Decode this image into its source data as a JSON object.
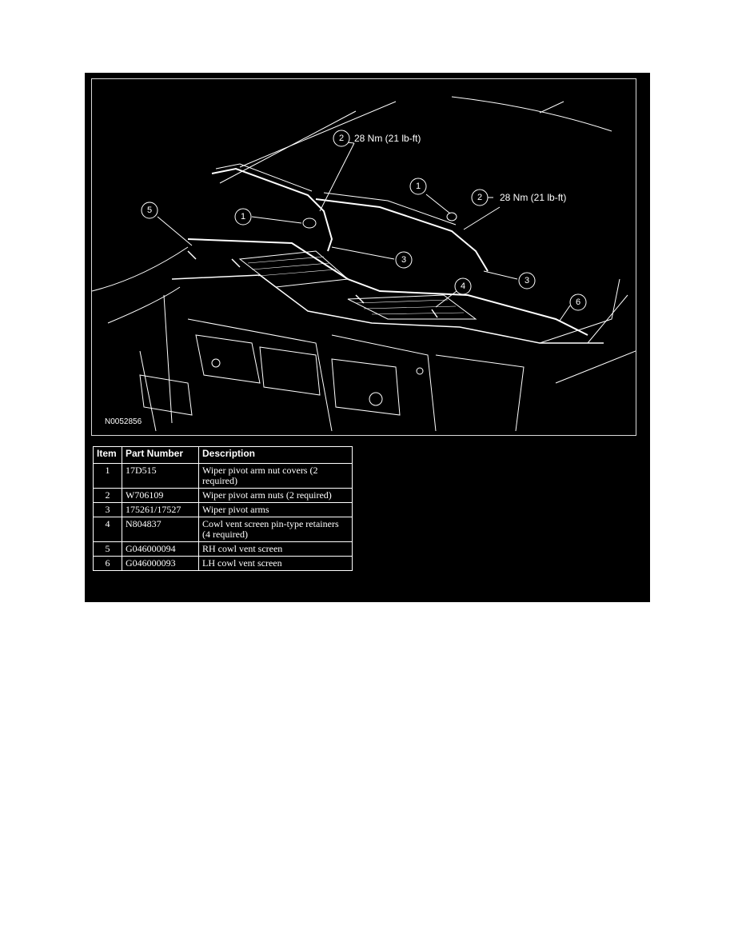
{
  "figure": {
    "id_label": "N0052856",
    "callouts": [
      {
        "num": "1",
        "label": ""
      },
      {
        "num": "1",
        "label": ""
      },
      {
        "num": "2",
        "label": "28 Nm (21 lb-ft)"
      },
      {
        "num": "2",
        "label": "28 Nm (21 lb-ft)"
      },
      {
        "num": "3",
        "label": ""
      },
      {
        "num": "3",
        "label": ""
      },
      {
        "num": "4",
        "label": ""
      },
      {
        "num": "5",
        "label": ""
      },
      {
        "num": "6",
        "label": ""
      }
    ]
  },
  "table": {
    "headers": [
      "Item",
      "Part Number",
      "Description"
    ],
    "rows": [
      {
        "item": "1",
        "part_number": "17D515",
        "description": "Wiper pivot arm nut covers (2 required)"
      },
      {
        "item": "2",
        "part_number": "W706109",
        "description": "Wiper pivot arm nuts (2 required)"
      },
      {
        "item": "3",
        "part_number": "175261/17527",
        "description": "Wiper pivot arms"
      },
      {
        "item": "4",
        "part_number": "N804837",
        "description": "Cowl vent screen pin-type retainers (4 required)"
      },
      {
        "item": "5",
        "part_number": "G046000094",
        "description": "RH cowl vent screen"
      },
      {
        "item": "6",
        "part_number": "G046000093",
        "description": "LH cowl vent screen"
      }
    ]
  },
  "colors": {
    "frame": "#000000",
    "lines": "#ffffff"
  }
}
